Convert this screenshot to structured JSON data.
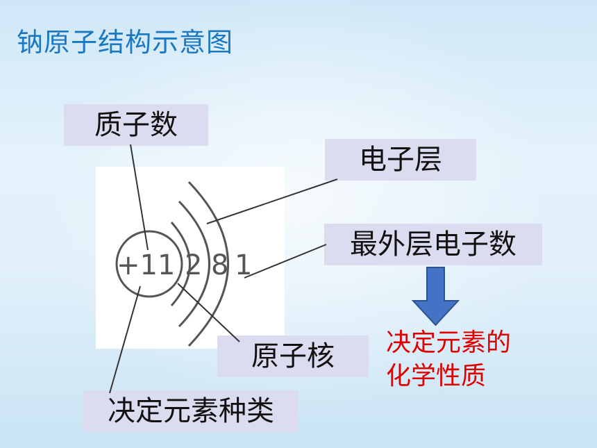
{
  "title": "钠原子结构示意图",
  "labels": {
    "proton_count": "质子数",
    "electron_shell": "电子层",
    "outermost_electrons": "最外层电子数",
    "nucleus": "原子核",
    "element_type": "决定元素种类"
  },
  "atom": {
    "nucleus_charge": "+11",
    "shell_electrons": [
      "2",
      "8",
      "1"
    ]
  },
  "note": {
    "line1": "决定元素的",
    "line2": "化学性质"
  },
  "colors": {
    "title": "#1a78c2",
    "label_bg": "#dcdcf0",
    "arrow": "#4472c4",
    "note": "#e00000"
  }
}
